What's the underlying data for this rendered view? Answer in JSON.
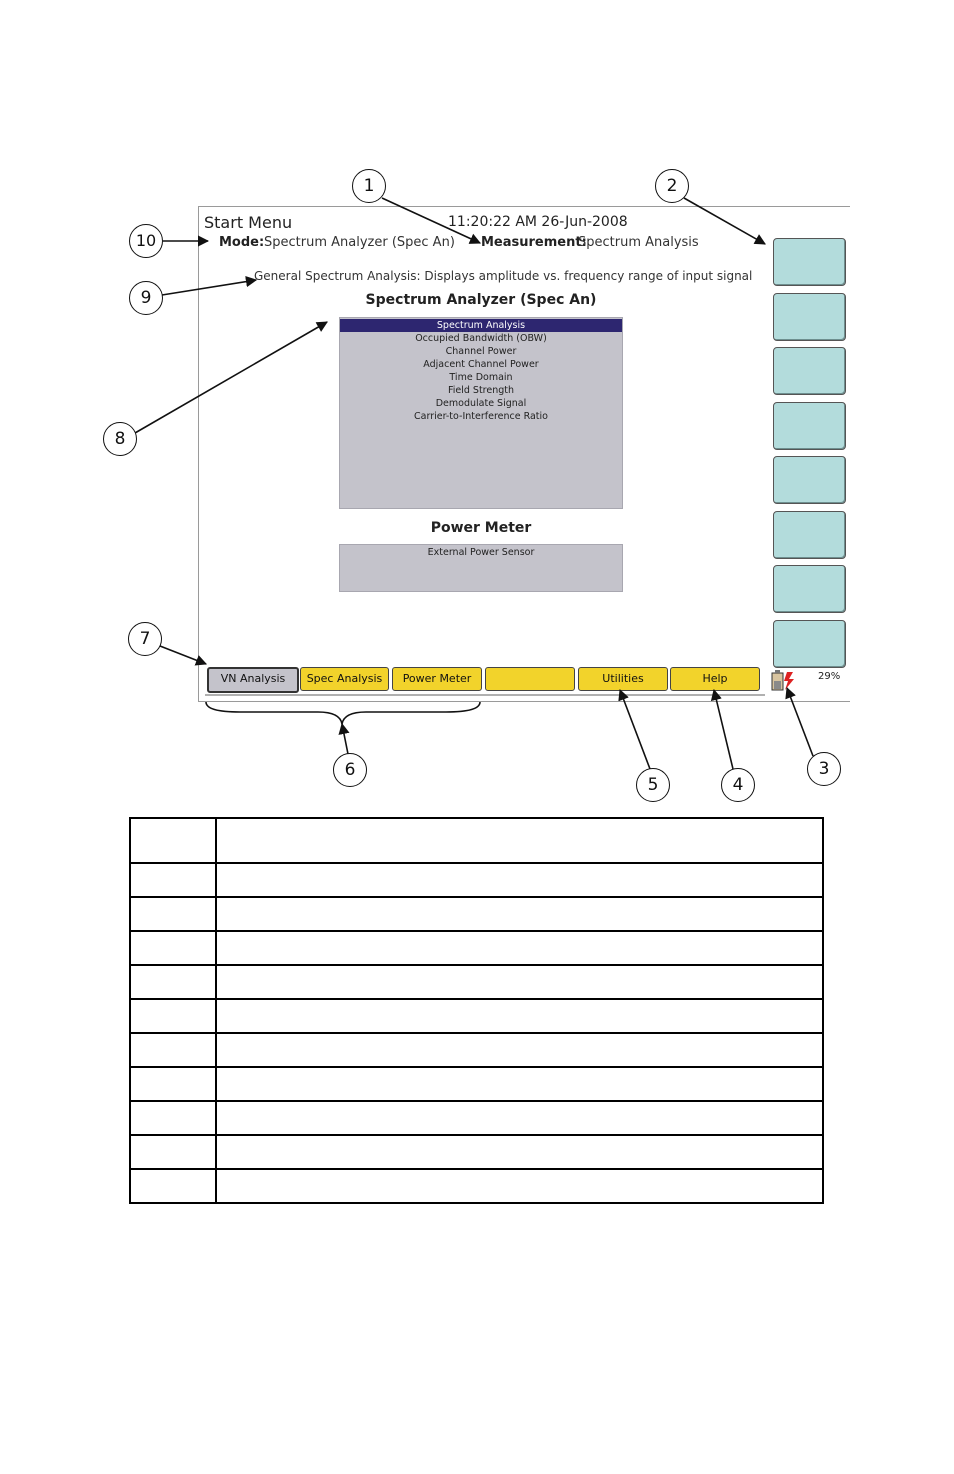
{
  "screen": {
    "title": "Start Menu",
    "timestamp": "11:20:22 AM 26-Jun-2008",
    "mode_label": "Mode:",
    "mode_value": "Spectrum Analyzer (Spec An)",
    "measurement_label": "Measurement:",
    "measurement_value": "Spectrum Analysis",
    "description": "General Spectrum Analysis: Displays amplitude vs. frequency range of input signal",
    "spec_an": {
      "heading": "Spectrum Analyzer (Spec An)",
      "items": [
        "Spectrum Analysis",
        "Occupied Bandwidth (OBW)",
        "Channel Power",
        "Adjacent Channel Power",
        "Time Domain",
        "Field Strength",
        "Demodulate Signal",
        "Carrier-to-Interference Ratio"
      ],
      "selected": "Spectrum Analysis"
    },
    "power_meter": {
      "heading": "Power Meter",
      "items": [
        "External Power Sensor"
      ]
    },
    "tabs": [
      "VN Analysis",
      "Spec Analysis",
      "Power Meter",
      "",
      "Utilities",
      "Help"
    ],
    "battery": "29%",
    "softkey_count": 8
  },
  "callouts": [
    "1",
    "2",
    "3",
    "4",
    "5",
    "6",
    "7",
    "8",
    "9",
    "10"
  ],
  "legend_table": {
    "rows": 11,
    "columns": 2
  },
  "colors": {
    "softkey": "#b3dcdc",
    "tab_yellow": "#f2d32b",
    "tab_gray": "#c4c3cb",
    "list_bg": "#c4c3cb",
    "selection": "#2d2670"
  }
}
